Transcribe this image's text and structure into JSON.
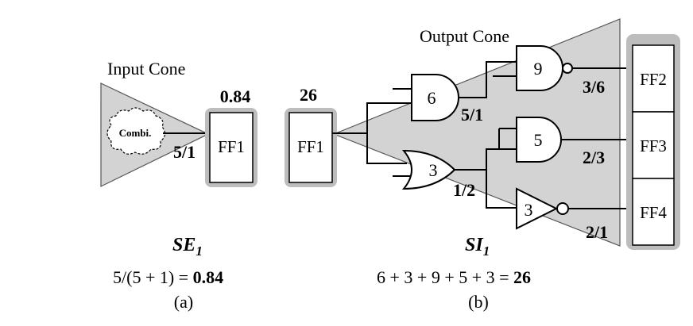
{
  "panel_a": {
    "cone_label": "Input Cone",
    "cloud_label": "Combi.",
    "ff_label": "FF1",
    "ff_value": "0.84",
    "edge_label": "5/1",
    "metric_symbol": "SE",
    "metric_subscript": "1",
    "formula": "5/(5 + 1) = ",
    "formula_result": "0.84",
    "caption": "(a)"
  },
  "panel_b": {
    "cone_label": "Output Cone",
    "ff_in_label": "FF1",
    "ff_in_value": "26",
    "gates": {
      "and_top": "6",
      "nand_top": "9",
      "or_mid": "3",
      "and_mid": "5",
      "not_bottom": "3"
    },
    "edge_labels": {
      "and_top_out": "5/1",
      "or_mid_out": "1/2",
      "ff2_in": "3/6",
      "ff3_in": "2/3",
      "ff4_in": "2/1"
    },
    "ff_outputs": [
      "FF2",
      "FF3",
      "FF4"
    ],
    "metric_symbol": "SI",
    "metric_subscript": "1",
    "formula": "6 + 3 + 9 + 5 + 3 = ",
    "formula_result": "26",
    "caption": "(b)"
  }
}
